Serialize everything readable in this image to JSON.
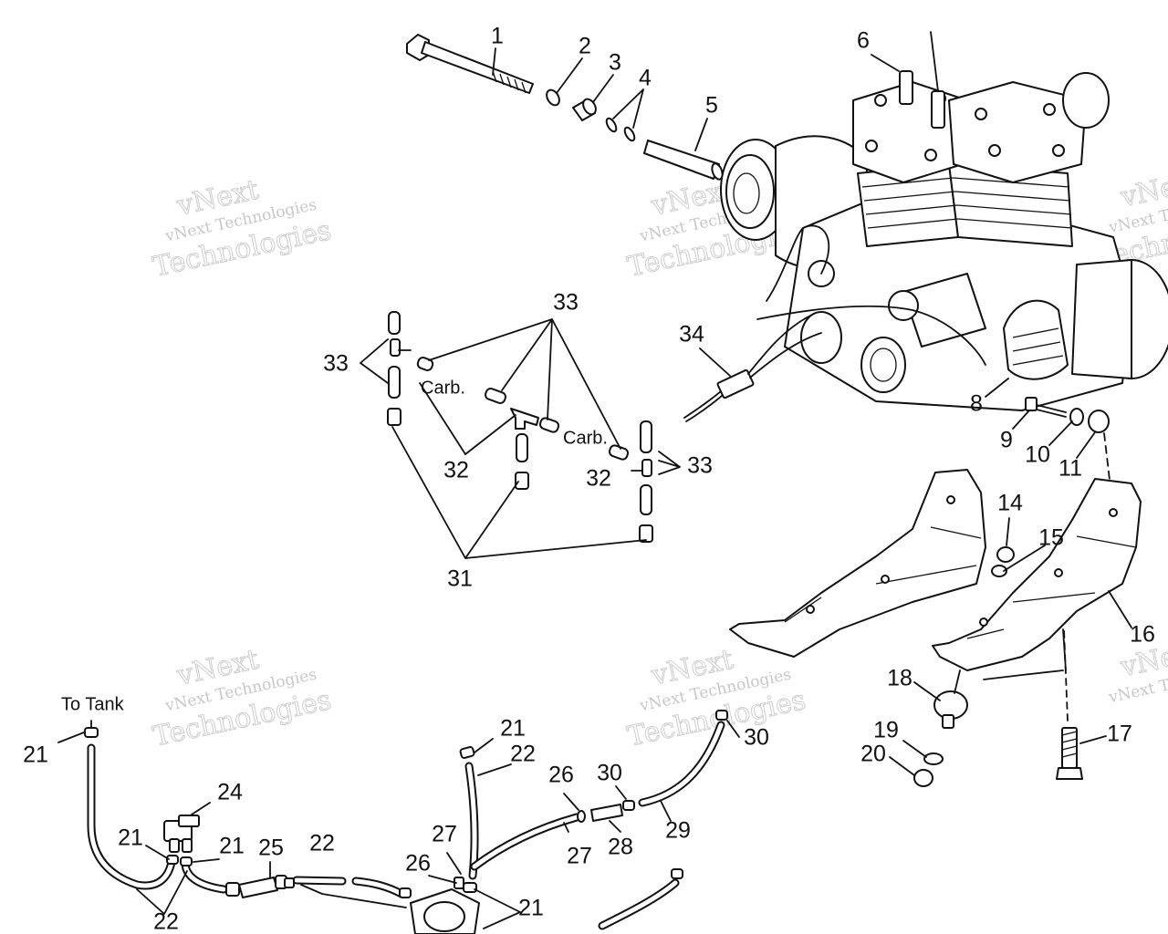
{
  "watermark": {
    "line1": "vNext",
    "line2": "vNext Technologies",
    "line3": "Technologies"
  },
  "labels": {
    "carb": "Carb.",
    "to_tank": "To Tank"
  },
  "callouts": {
    "n1": "1",
    "n2": "2",
    "n3": "3",
    "n4": "4",
    "n5": "5",
    "n6": "6",
    "n8": "8",
    "n9": "9",
    "n10": "10",
    "n11": "11",
    "n14": "14",
    "n15": "15",
    "n16": "16",
    "n17": "17",
    "n18": "18",
    "n19": "19",
    "n20": "20",
    "n21": "21",
    "n22": "22",
    "n24": "24",
    "n25": "25",
    "n26": "26",
    "n27": "27",
    "n28": "28",
    "n29": "29",
    "n30": "30",
    "n31": "31",
    "n32": "32",
    "n33": "33",
    "n34": "34"
  }
}
